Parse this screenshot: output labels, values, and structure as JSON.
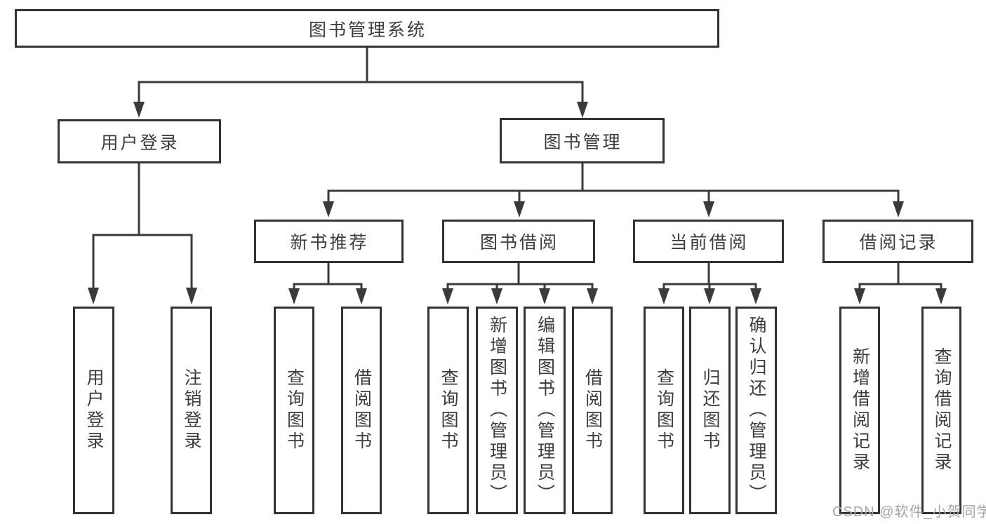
{
  "tree": {
    "root": "图书管理系统",
    "branches": [
      {
        "label": "用户登录",
        "leaves": [
          "用户登录",
          "注销登录"
        ]
      },
      {
        "label": "图书管理",
        "groups": [
          {
            "label": "新书推荐",
            "leaves": [
              "查询图书",
              "借阅图书"
            ]
          },
          {
            "label": "图书借阅",
            "leaves": [
              "查询图书",
              "新增图书（管理员）",
              "编辑图书（管理员）",
              "借阅图书"
            ]
          },
          {
            "label": "当前借阅",
            "leaves": [
              "查询图书",
              "归还图书",
              "确认归还（管理员）"
            ]
          },
          {
            "label": "借阅记录",
            "leaves": [
              "新增借阅记录",
              "查询借阅记录"
            ]
          }
        ]
      }
    ]
  },
  "watermark": "CSDN @软件_小贺同学",
  "colors": {
    "line": "#3a3a3a",
    "border": "#333333",
    "text": "#3c3c3c",
    "watermark": "#a5a5a5",
    "background": "#ffffff"
  }
}
